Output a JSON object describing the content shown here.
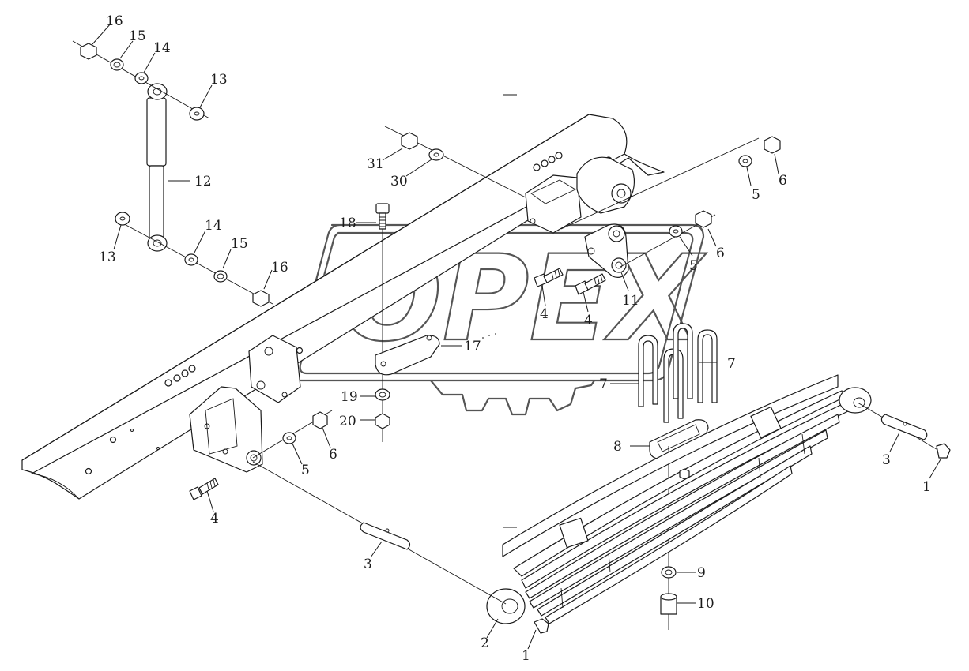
{
  "watermark": {
    "text": "OPEX"
  },
  "callouts": [
    {
      "id": "c16a",
      "label": "16"
    },
    {
      "id": "c15a",
      "label": "15"
    },
    {
      "id": "c14a",
      "label": "14"
    },
    {
      "id": "c13a",
      "label": "13"
    },
    {
      "id": "c12",
      "label": "12"
    },
    {
      "id": "c13b",
      "label": "13"
    },
    {
      "id": "c14b",
      "label": "14"
    },
    {
      "id": "c15b",
      "label": "15"
    },
    {
      "id": "c16b",
      "label": "16"
    },
    {
      "id": "c31",
      "label": "31"
    },
    {
      "id": "c30",
      "label": "30"
    },
    {
      "id": "c18",
      "label": "18"
    },
    {
      "id": "c5a",
      "label": "5"
    },
    {
      "id": "c6a",
      "label": "6"
    },
    {
      "id": "c6b",
      "label": "6"
    },
    {
      "id": "c5b",
      "label": "5"
    },
    {
      "id": "c11",
      "label": "11"
    },
    {
      "id": "c4a",
      "label": "4"
    },
    {
      "id": "c4b",
      "label": "4"
    },
    {
      "id": "c17",
      "label": "17"
    },
    {
      "id": "c19",
      "label": "19"
    },
    {
      "id": "c20",
      "label": "20"
    },
    {
      "id": "c7a",
      "label": "7"
    },
    {
      "id": "c7b",
      "label": "7"
    },
    {
      "id": "c8",
      "label": "8"
    },
    {
      "id": "c3a",
      "label": "3"
    },
    {
      "id": "c1a",
      "label": "1"
    },
    {
      "id": "c5c",
      "label": "5"
    },
    {
      "id": "c6c",
      "label": "6"
    },
    {
      "id": "c4c",
      "label": "4"
    },
    {
      "id": "c3b",
      "label": "3"
    },
    {
      "id": "c9",
      "label": "9"
    },
    {
      "id": "c10",
      "label": "10"
    },
    {
      "id": "c2",
      "label": "2"
    },
    {
      "id": "c1b",
      "label": "1"
    }
  ]
}
